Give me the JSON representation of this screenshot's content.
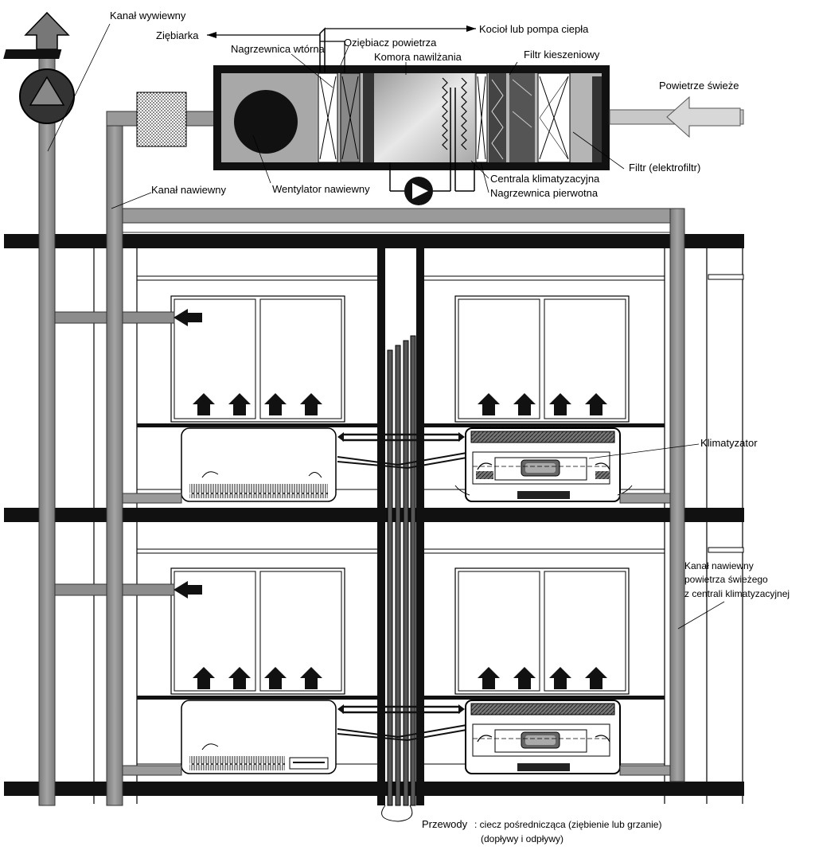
{
  "labels": {
    "exhaust_duct": "Kanał wywiewny",
    "chiller": "Ziębiarka",
    "boiler_heat_pump": "Kocioł lub pompa ciepła",
    "secondary_heater": "Nagrzewnica wtórna",
    "air_cooler": "Oziębiacz powietrza",
    "humidifier_chamber": "Komora nawilżania",
    "bag_filter": "Filtr kieszeniowy",
    "fresh_air": "Powietrze świeże",
    "supply_fan": "Wentylator nawiewny",
    "supply_duct": "Kanał nawiewny",
    "ahu": "Centrala klimatyzacyjna",
    "primary_heater": "Nagrzewnica pierwotna",
    "electrofilter": "Filtr (elektrofiltr)",
    "fan_coil": "Klimatyzator",
    "fresh_supply_duct_line1": "Kanał nawiewny",
    "fresh_supply_duct_line2": "powietrza świeżego",
    "fresh_supply_duct_line3": "z centrali klimatyzacyjnej",
    "pipes": "Przewody",
    "pipes_desc_line1": ": ciecz pośrednicząca (ziębienie lub grzanie)",
    "pipes_desc_line2": "(dopływy i odpływy)"
  },
  "colors": {
    "duct_gray": "#8c8c8c",
    "duct_light": "#c8c8c8",
    "dark": "#111111",
    "ahu_bg": "#b8b8b8"
  }
}
